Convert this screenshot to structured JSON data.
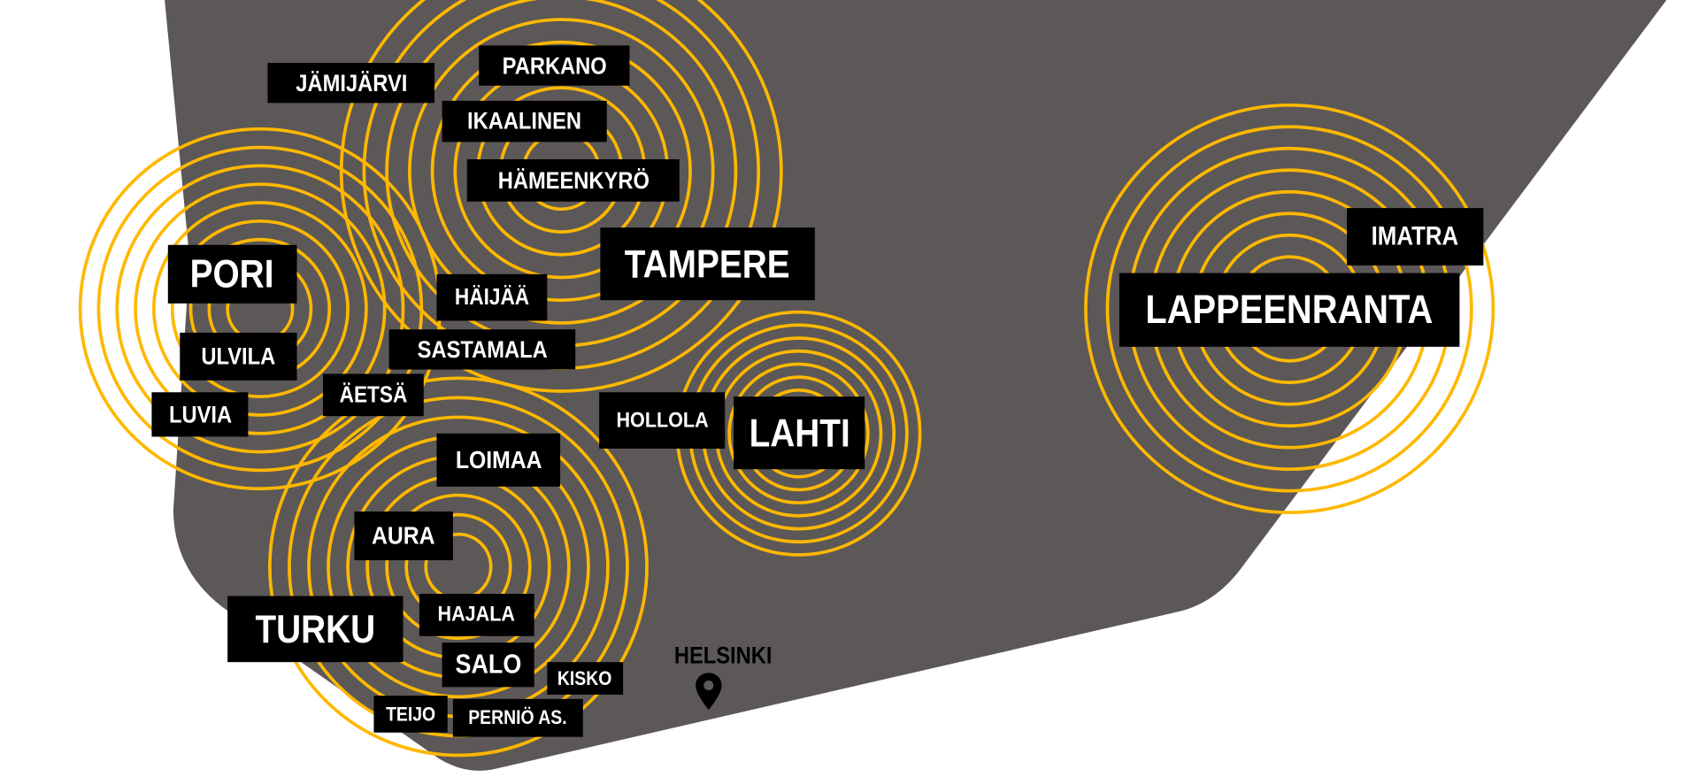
{
  "colors": {
    "region": "#5c5857",
    "rings": "#ffb800",
    "label_bg": "#000000",
    "label_text": "#ffffff"
  },
  "labels": {
    "jamijarvi": "JÄMIJÄRVI",
    "parkano": "PARKANO",
    "ikaalinen": "IKAALINEN",
    "hameenkyro": "HÄMEENKYRÖ",
    "tampere": "TAMPERE",
    "pori": "PORI",
    "haijaa": "HÄIJÄÄ",
    "sastamala": "SASTAMALA",
    "ulvila": "ULVILA",
    "aetsa": "ÄETSÄ",
    "luvia": "LUVIA",
    "loimaa": "LOIMAA",
    "hollola": "HOLLOLA",
    "lahti": "LAHTI",
    "aura": "AURA",
    "turku": "TURKU",
    "hajala": "HAJALA",
    "salo": "SALO",
    "kisko": "KISKO",
    "teijo": "TEIJO",
    "pernio": "PERNIÖ AS.",
    "imatra": "IMATRA",
    "lappeenranta": "LAPPEENRANTA"
  },
  "marker": {
    "label": "HELSINKI",
    "icon": "map-pin-icon"
  }
}
